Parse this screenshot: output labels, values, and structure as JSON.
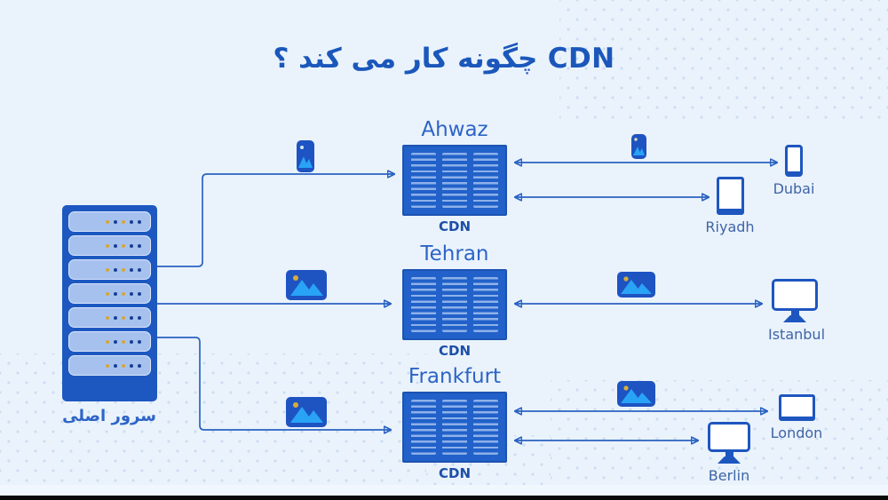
{
  "title": "CDN چگونه کار می کند ؟",
  "server": {
    "label": "سرور اصلی"
  },
  "nodes": [
    {
      "city": "Ahwaz",
      "tag": "CDN"
    },
    {
      "city": "Tehran",
      "tag": "CDN"
    },
    {
      "city": "Frankfurt",
      "tag": "CDN"
    }
  ],
  "devices": [
    {
      "label": "Dubai",
      "type": "smartphone"
    },
    {
      "label": "Riyadh",
      "type": "tablet-portrait"
    },
    {
      "label": "Istanbul",
      "type": "desktop-monitor"
    },
    {
      "label": "London",
      "type": "tablet-landscape"
    },
    {
      "label": "Berlin",
      "type": "desktop-monitor"
    }
  ],
  "icons": {
    "portrait_image": "portrait-photo-icon",
    "landscape_image": "landscape-photo-icon"
  },
  "colors": {
    "bg": "#eaf3fc",
    "dot_pattern": "#c2d8f0",
    "title_blue": "#1b57bb",
    "city_blue": "#2d64c6",
    "cdn_tag": "#1c4fa9",
    "label_muted": "#3f64a6",
    "line_blue": "#2a62c2",
    "rack_blue": "#1d58c0",
    "slot_blue": "#a6c1ee",
    "node_blue": "#2161c9",
    "stripe_blue": "#8eb1ea",
    "icon_stroke": "#1e56c0",
    "photo_bg": "#1e53c2",
    "azure": "#29a3f6",
    "sun": "#d8ad3a",
    "led_gold": "#d2a83c",
    "led_navy": "#17408f"
  }
}
